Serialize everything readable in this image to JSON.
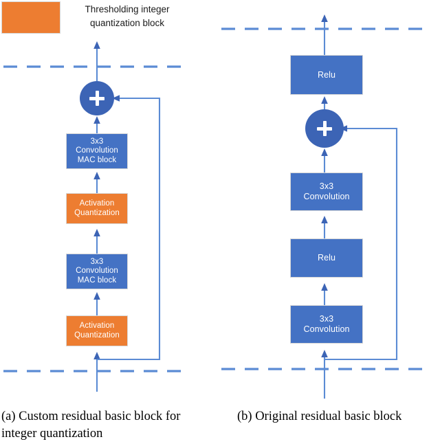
{
  "figure": {
    "title": "Residual basic block comparison diagram",
    "colors": {
      "blue_block": "#4472C4",
      "orange_block": "#ED7D31",
      "adder_circle": "#3C64B5",
      "wire": "#5B8BD4",
      "dashed_boundary": "#5B8BD4",
      "block_border": "#D6D6D6",
      "text_on_block": "#FFFFFF",
      "caption_text": "#000000"
    }
  },
  "legend": {
    "swatch_color": "#ED7D31",
    "swatch_name": "thresholding-integer-quantization-block",
    "label_line1": "Thresholding integer",
    "label_line2": "quantization block"
  },
  "left_diagram": {
    "caption_line1": "(a) Custom residual basic block for",
    "caption_line2": "integer quantization",
    "adder_symbol": "+",
    "adder_name": "elementwise-add",
    "blocks": [
      {
        "id": "conv-mac-2",
        "kind": "blue",
        "lines": [
          "3x3",
          "Convolution",
          "MAC block"
        ]
      },
      {
        "id": "activation-quantization-2",
        "kind": "orange",
        "lines": [
          "Activation",
          "Quantization"
        ]
      },
      {
        "id": "conv-mac-1",
        "kind": "blue",
        "lines": [
          "3x3",
          "Convolution",
          "MAC block"
        ]
      },
      {
        "id": "activation-quantization-1",
        "kind": "orange",
        "lines": [
          "Activation",
          "Quantization"
        ]
      }
    ]
  },
  "right_diagram": {
    "caption_line1": "(b) Original residual basic block",
    "caption_line2": "",
    "adder_symbol": "+",
    "adder_name": "elementwise-add",
    "blocks": [
      {
        "id": "relu-2",
        "kind": "blue",
        "lines": [
          "Relu"
        ]
      },
      {
        "id": "conv-2",
        "kind": "blue",
        "lines": [
          "3x3",
          "Convolution"
        ]
      },
      {
        "id": "relu-1",
        "kind": "blue",
        "lines": [
          "Relu"
        ]
      },
      {
        "id": "conv-1",
        "kind": "blue",
        "lines": [
          "3x3",
          "Convolution"
        ]
      }
    ]
  }
}
